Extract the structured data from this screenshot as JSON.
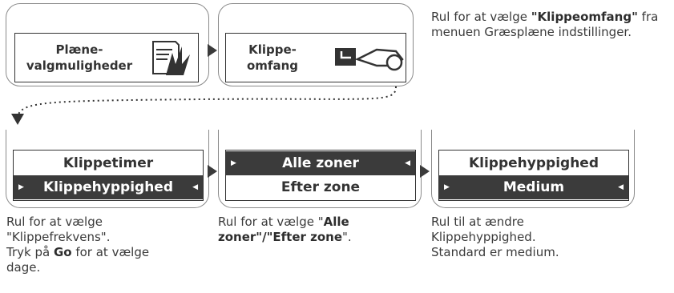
{
  "step1": {
    "button1_label": "Plæne-\nvalgmuligheder",
    "button2_label": "Klippe-\nomfang",
    "desc_pre": "Rul for at vælge ",
    "desc_bold": "\"Klippeomfang\"",
    "desc_post": " fra menuen Græsplæne indstillinger."
  },
  "step2": {
    "panel1": {
      "row1": "Klippetimer",
      "row2": "Klippehyppighed"
    },
    "panel2": {
      "row1": "Alle zoner",
      "row2": "Efter zone"
    },
    "panel3": {
      "row1": "Klippehyppighed",
      "row2": "Medium"
    }
  },
  "captions": {
    "c1_line1": "Rul for at vælge",
    "c1_line2": "\"Klippefrekvens\".",
    "c1_line3_pre": "Tryk på ",
    "c1_line3_bold": "Go",
    "c1_line3_post": " for at vælge",
    "c1_line4": "dage.",
    "c2_pre": "Rul for at vælge \"",
    "c2_bold1": "Alle",
    "c2_bold2": "zoner\"/\"Efter zone",
    "c2_post": "\".",
    "c3_line1": "Rul til at ændre",
    "c3_line2": "Klippehyppighed.",
    "c3_line3": "Standard er medium."
  },
  "colors": {
    "selected_bg": "#3b3b3b",
    "border": "#8a8a8a",
    "text": "#3a3a3a"
  },
  "icons": [
    "lawn-options-icon",
    "mower-zone-icon",
    "caret-left-icon",
    "caret-right-icon",
    "flow-arrow-icon"
  ]
}
